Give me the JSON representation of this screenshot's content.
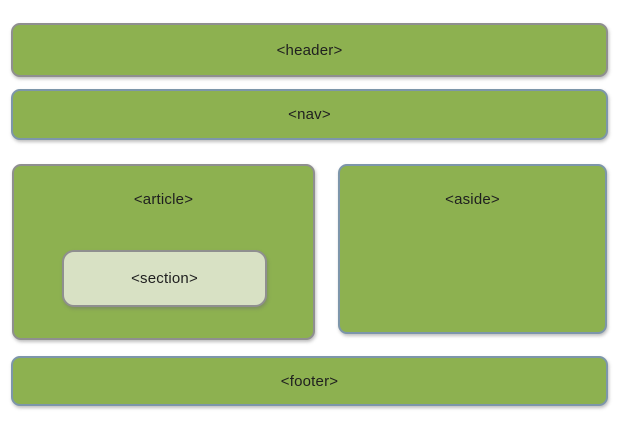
{
  "diagram": {
    "title": "html5-semantic-layout",
    "boxes": {
      "header": {
        "label": "<header>"
      },
      "nav": {
        "label": "<nav>"
      },
      "article": {
        "label": "<article>"
      },
      "section": {
        "label": "<section>"
      },
      "aside": {
        "label": "<aside>"
      },
      "footer": {
        "label": "<footer>"
      }
    },
    "colors": {
      "box_fill": "#8DB150",
      "section_fill": "#D8E1C4",
      "gray_border": "#8F8F8F",
      "blue_border": "#7D96AA",
      "label_text": "#1F1F1F",
      "background": "#FFFFFF"
    }
  }
}
